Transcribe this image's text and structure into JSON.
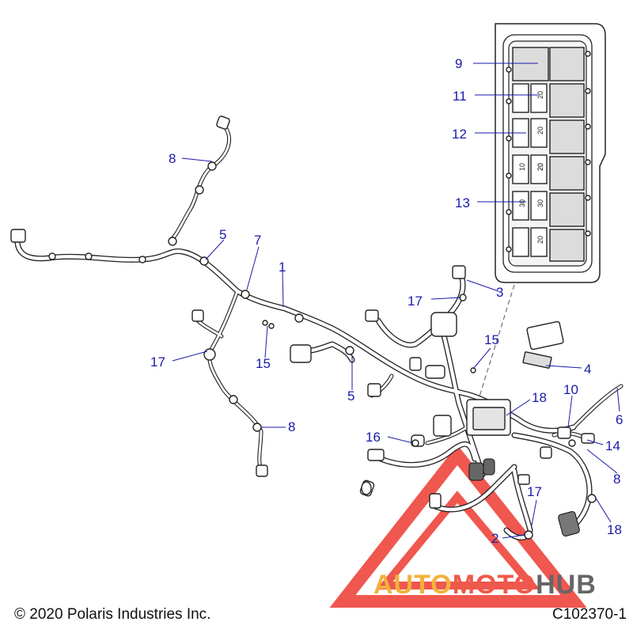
{
  "callouts": [
    {
      "label": "9"
    },
    {
      "label": "11"
    },
    {
      "label": "12"
    },
    {
      "label": "13"
    },
    {
      "label": "8"
    },
    {
      "label": "5"
    },
    {
      "label": "7"
    },
    {
      "label": "1"
    },
    {
      "label": "17"
    },
    {
      "label": "3"
    },
    {
      "label": "17"
    },
    {
      "label": "15"
    },
    {
      "label": "15"
    },
    {
      "label": "5"
    },
    {
      "label": "4"
    },
    {
      "label": "10"
    },
    {
      "label": "18"
    },
    {
      "label": "6"
    },
    {
      "label": "16"
    },
    {
      "label": "8"
    },
    {
      "label": "14"
    },
    {
      "label": "8"
    },
    {
      "label": "17"
    },
    {
      "label": "18"
    },
    {
      "label": "2"
    }
  ],
  "fuse_labels": [
    "20",
    "20",
    "20",
    "10",
    "20",
    "30",
    "30",
    "20"
  ],
  "watermark": {
    "part1": "AUTO",
    "part2": "MOTO",
    "part3": "HUB",
    "colors": {
      "auto": "#f2b23c",
      "moto": "#ee5a4a",
      "hub": "#666666",
      "triangle": "#ee3a30"
    }
  },
  "footer": {
    "copyright": "© 2020 Polaris Industries Inc.",
    "figure_id": "C102370-1"
  }
}
